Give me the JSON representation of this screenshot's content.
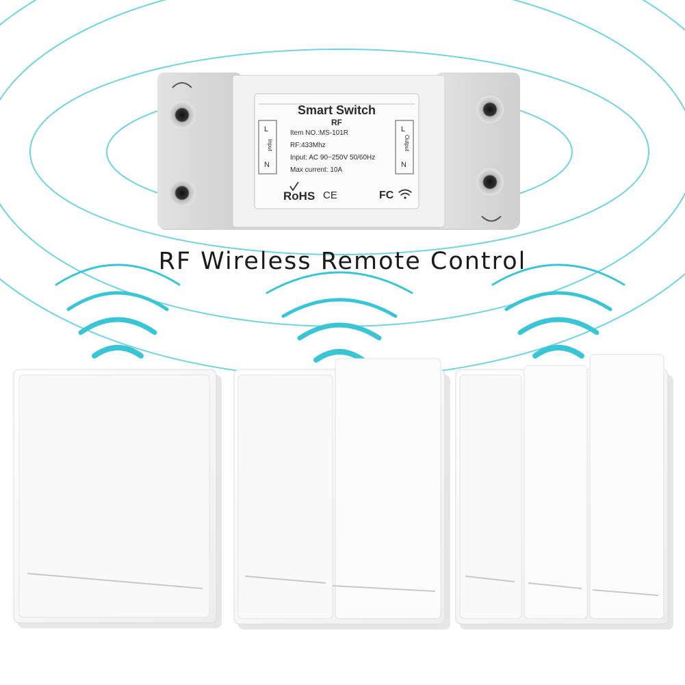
{
  "headline": "RF Wireless Remote Control",
  "module_label": {
    "title": "Smart Switch",
    "subtitle": "RF",
    "specs": {
      "item": "Item NO.:MS-101R",
      "rf": "RF:433Mhz",
      "input": "Input: AC 90~250V 50/60Hz",
      "max_current": "Max current: 10A"
    },
    "input_side": {
      "line": "L",
      "neutral": "N",
      "word": "Input"
    },
    "output_side": {
      "line": "L",
      "neutral": "N",
      "word": "Output"
    },
    "certifications": {
      "rohs": "RoHS",
      "ce": "CE",
      "fc": "FC"
    }
  },
  "remotes": [
    {
      "name": "1-gang",
      "buttons": 1
    },
    {
      "name": "2-gang",
      "buttons": 2
    },
    {
      "name": "3-gang",
      "buttons": 3
    }
  ],
  "colors": {
    "signal": "#39c5d6",
    "panel": "#f7f7f7",
    "module": "#ececec",
    "text": "#1a1a1a"
  },
  "icons": [
    "wifi-signal-icon",
    "rohs-check-icon",
    "screw-terminal-icon"
  ]
}
